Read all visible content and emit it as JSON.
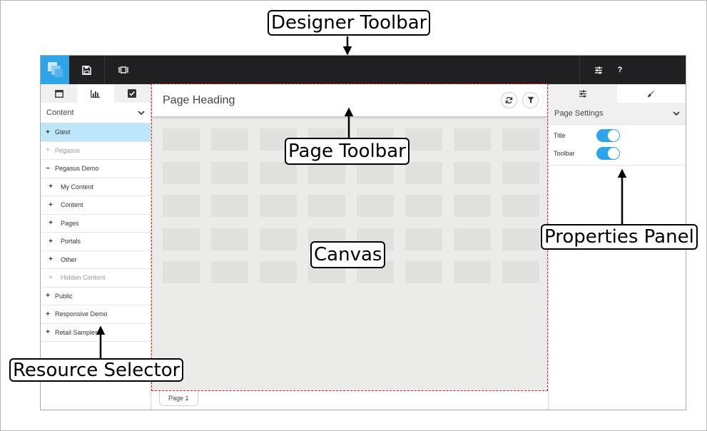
{
  "callouts": {
    "designer_toolbar": "Designer Toolbar",
    "page_toolbar": "Page Toolbar",
    "canvas": "Canvas",
    "properties_panel": "Properties Panel",
    "resource_selector": "Resource Selector"
  },
  "app": {
    "toolbar": {
      "help_label": "?"
    },
    "left_panel": {
      "section_title": "Content",
      "tree": [
        {
          "label": "Gtest",
          "prefix": "+",
          "level": 1,
          "selected": true
        },
        {
          "label": "Pegasus",
          "prefix": "+",
          "level": 1,
          "muted": true
        },
        {
          "label": "Pegasus Demo",
          "prefix": "−",
          "level": 1
        },
        {
          "label": "My Content",
          "prefix": "+",
          "level": 2
        },
        {
          "label": "Content",
          "prefix": "+",
          "level": 2
        },
        {
          "label": "Pages",
          "prefix": "+",
          "level": 2
        },
        {
          "label": "Portals",
          "prefix": "+",
          "level": 2
        },
        {
          "label": "Other",
          "prefix": "+",
          "level": 2
        },
        {
          "label": "Hidden Content",
          "prefix": "+",
          "level": 2,
          "muted": true
        },
        {
          "label": "Public",
          "prefix": "+",
          "level": 1
        },
        {
          "label": "Responsive Demo",
          "prefix": "+",
          "level": 1
        },
        {
          "label": "Retail Samples",
          "prefix": "+",
          "level": 1
        }
      ]
    },
    "page": {
      "heading": "Page Heading",
      "tab": "Page 1"
    },
    "right_panel": {
      "section_title": "Page Settings",
      "props": [
        {
          "label": "Title",
          "on": true
        },
        {
          "label": "Toolbar",
          "on": true
        }
      ]
    },
    "colors": {
      "accent": "#2fa4e7",
      "toolbar_bg": "#202022",
      "canvas_bg": "#ebebe9",
      "canvas_outline": "#e02424",
      "selected_row": "#bde6fb"
    }
  }
}
